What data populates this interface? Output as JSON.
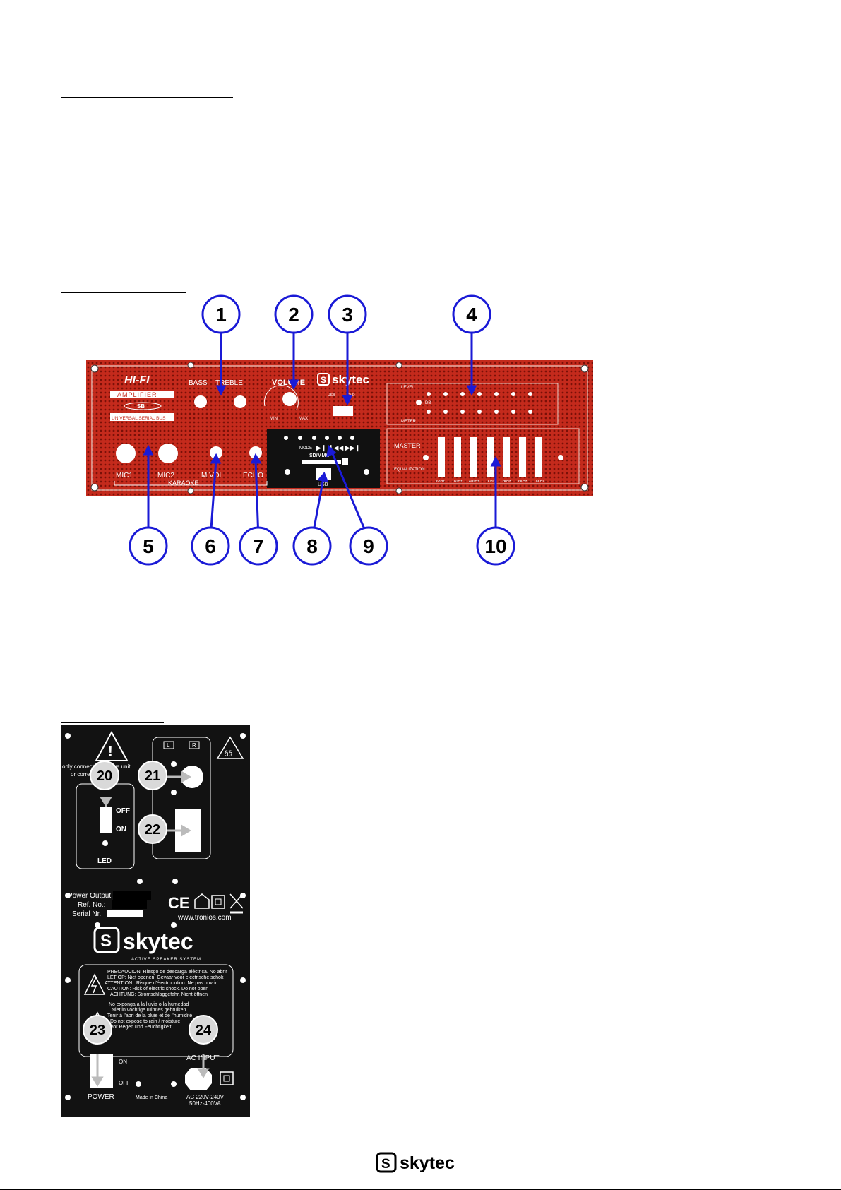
{
  "front_panel": {
    "brand": "skytec",
    "hifi": "HI-FI",
    "amplifier": "AMPLIFIER",
    "sb": "SB",
    "usb_bus": "UNIVERSAL SERIAL BUS",
    "labels": {
      "bass": "BASS",
      "treble": "TREBLE",
      "volume": "VOLUME",
      "min": "MIN",
      "max": "MAX",
      "usb": "USB",
      "dvd": "DVD",
      "level": "LEVEL",
      "db": "DB",
      "meter": "METER",
      "mode": "MODE",
      "sd_mmc": "SD/MMC",
      "usb_slot": "USB",
      "master": "MASTER",
      "equalization": "EQUALIZATION",
      "mic1": "MIC1",
      "mic2": "MIC2",
      "mvol": "M.VOL",
      "echo": "ECHO",
      "karaoke": "KARAOKE"
    },
    "eq_bands": [
      "63Hz",
      "160Hz",
      "400Hz",
      "1KHz",
      "2KHz",
      "6KHz",
      "16KHz"
    ],
    "callouts": [
      "1",
      "2",
      "3",
      "4",
      "5",
      "6",
      "7",
      "8",
      "9",
      "10"
    ]
  },
  "rear_panel": {
    "warning_text_1": "only connect to a slave unit",
    "warning_text_2": "or correct supply",
    "callouts": [
      "20",
      "21",
      "22",
      "23",
      "24"
    ],
    "off": "OFF",
    "on": "ON",
    "led": "LED",
    "l": "L",
    "r": "R",
    "power_output": "Power Output:",
    "ref_no": "Ref. No.:",
    "serial_nr": "Serial Nr.:",
    "ce": "CE",
    "website": "www.tronios.com",
    "brand": "skytec",
    "subtitle": "ACTIVE SPEAKER SYSTEM",
    "caution_lines": [
      "PRECAUCION: Riesgo de descarga eléctrica. No abrir",
      "LET OP: Niet openen. Gevaar voor electrische schok",
      "ATTENTION : Risque d'électrocution. Ne pas ouvrir",
      "CAUTION: Risk of electric shock. Do not open",
      "ACHTUNG: Stromschlaggefahr. Nicht öffnen"
    ],
    "moisture_lines": [
      "No exponga a la lluvia o la humedad",
      "Niet in vochtige ruimtes gebruiken",
      "Tenir à l'abri de la pluie et de l'humidité",
      "Do not expose to rain / moisture",
      "Vor Regen und Feuchtigkeit"
    ],
    "power_on": "ON",
    "power_off": "OFF",
    "power": "POWER",
    "made_in": "Made in China",
    "ac_input": "AC INPUT",
    "ac_rating_1": "AC 220V-240V",
    "ac_rating_2": "50Hz-400VA"
  },
  "footer": {
    "brand": "skytec"
  }
}
